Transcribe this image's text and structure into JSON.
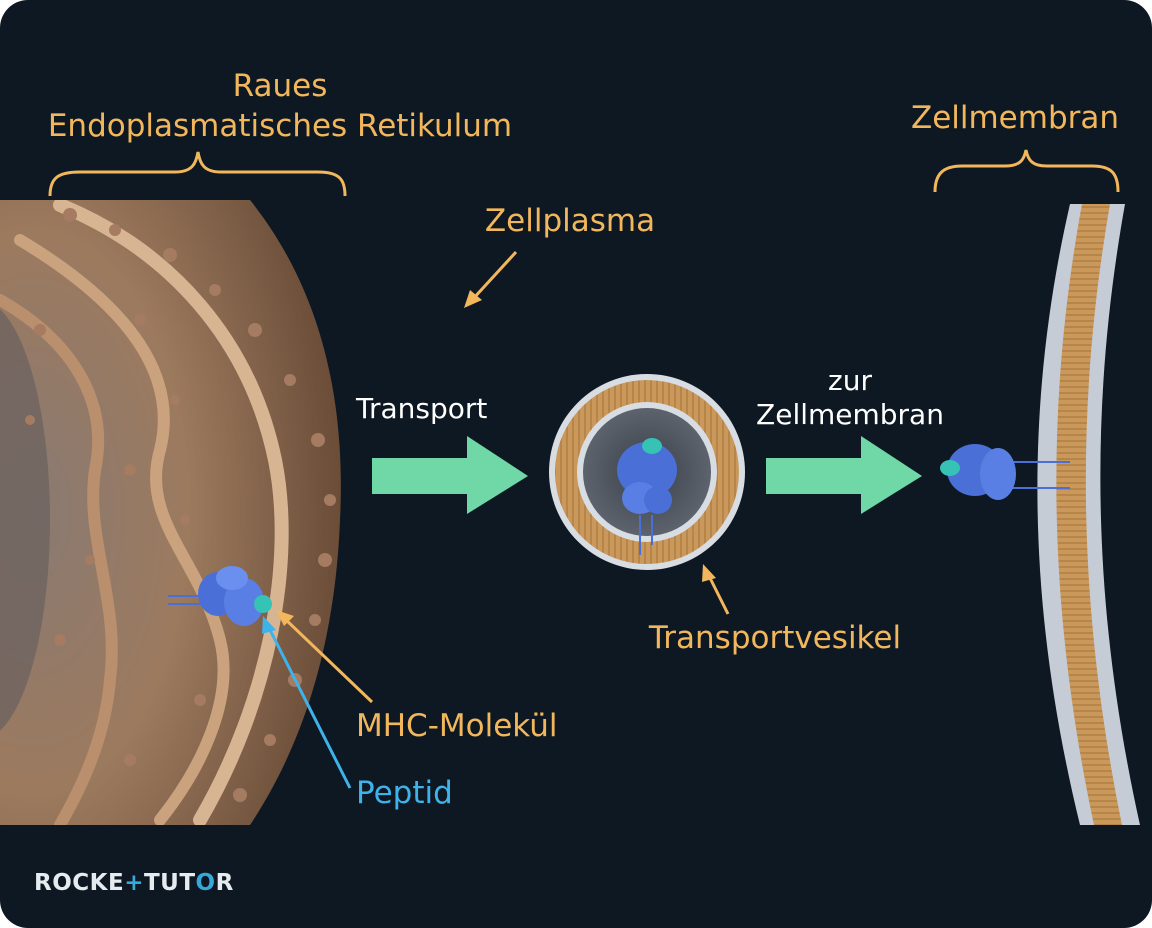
{
  "labels": {
    "er_title_line1": "Raues",
    "er_title_line2": "Endoplasmatisches Retikulum",
    "membrane_title": "Zellmembran",
    "cytoplasm": "Zellplasma",
    "transport": "Transport",
    "to_membrane_line1": "zur",
    "to_membrane_line2": "Zellmembran",
    "vesicle": "Transportvesikel",
    "mhc": "MHC-Molekül",
    "peptide": "Peptid"
  },
  "logo": {
    "part1": "ROCKE",
    "plus": "+",
    "part2": "TUT",
    "o": "O",
    "r": "R"
  },
  "colors": {
    "background": "#0e1822",
    "label_orange": "#f2b75c",
    "label_blue": "#3fb2ea",
    "arrow_green": "#6fd8a6",
    "er_tan": "#9c7a5e",
    "membrane_orange": "#c9985a",
    "membrane_grey": "#c5ccd6",
    "protein_blue": "#4a6fd6",
    "peptide_cyan": "#36c2b4"
  }
}
